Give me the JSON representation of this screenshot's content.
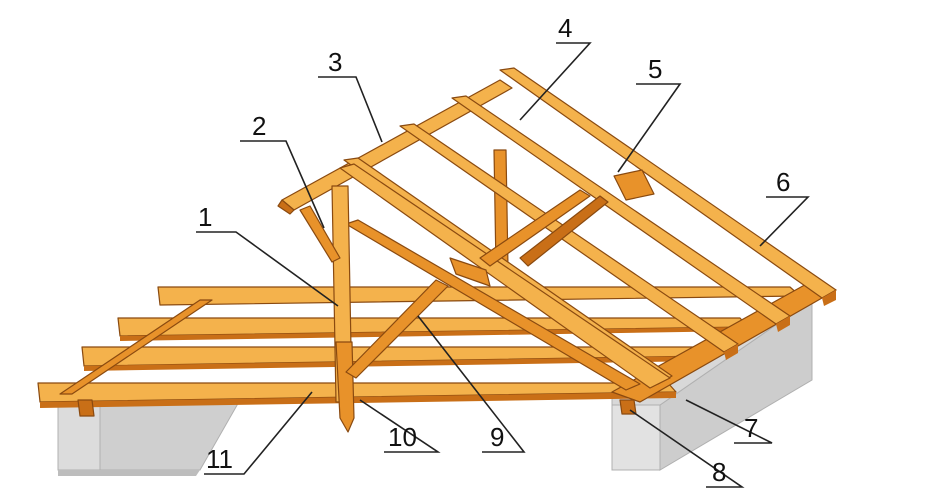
{
  "colors": {
    "timber_light": "#f4b24c",
    "timber_mid": "#e8922a",
    "timber_dark": "#c96f17",
    "timber_edge": "#8a4a10",
    "wall_light": "#ececec",
    "wall_mid": "#d6d6d6",
    "wall_dark": "#bdbdbd",
    "line": "#222222"
  },
  "callouts": [
    {
      "id": "callout-1",
      "label": "1"
    },
    {
      "id": "callout-2",
      "label": "2"
    },
    {
      "id": "callout-3",
      "label": "3"
    },
    {
      "id": "callout-4",
      "label": "4"
    },
    {
      "id": "callout-5",
      "label": "5"
    },
    {
      "id": "callout-6",
      "label": "6"
    },
    {
      "id": "callout-7",
      "label": "7"
    },
    {
      "id": "callout-8",
      "label": "8"
    },
    {
      "id": "callout-9",
      "label": "9"
    },
    {
      "id": "callout-10",
      "label": "10"
    },
    {
      "id": "callout-11",
      "label": "11"
    }
  ]
}
